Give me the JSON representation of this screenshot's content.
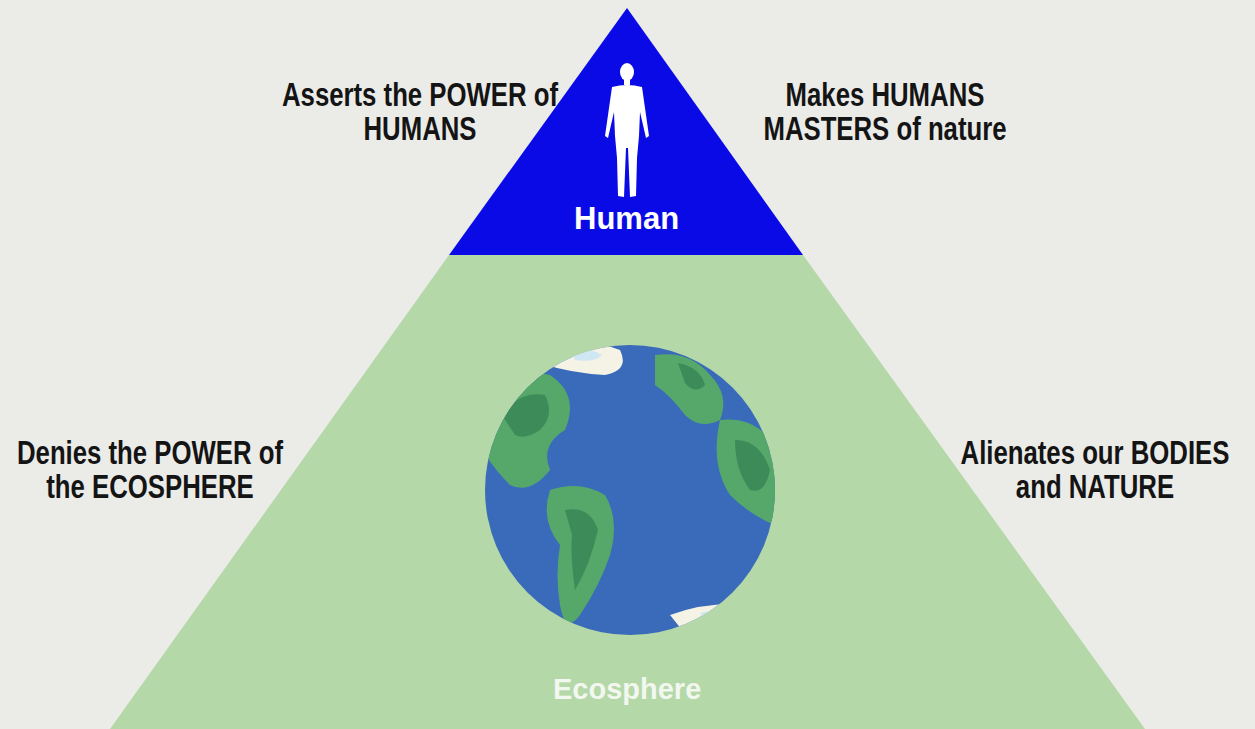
{
  "diagram": {
    "nodes": [
      {
        "text": [
          "Human"
        ]
      },
      {
        "text": [
          "Ecosphere"
        ]
      }
    ],
    "labels": [
      "Asserts the POWER of HUMANS",
      "Makes HUMANS MASTERS of nature",
      "Denies the POWER of the ECOSPHERE",
      "Alienates our BODIES and NATURE"
    ]
  }
}
